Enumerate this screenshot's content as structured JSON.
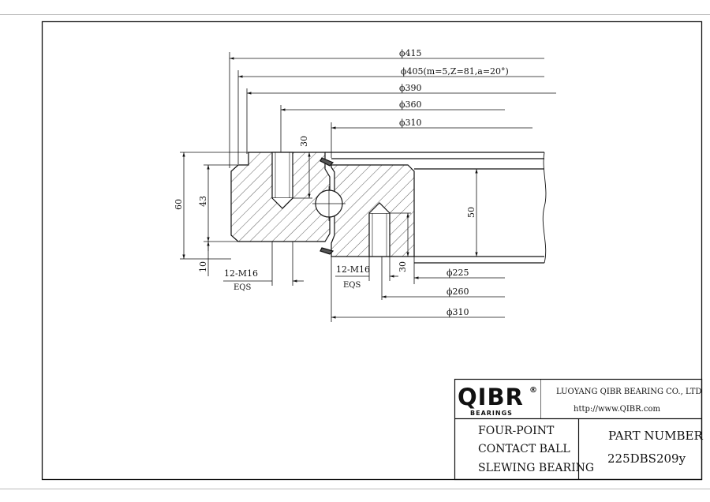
{
  "dimensions": {
    "d415": "ϕ415",
    "d405": "ϕ405(m=5,Z=81,a=20°)",
    "d390": "ϕ390",
    "d360": "ϕ360",
    "d310_top": "ϕ310",
    "d225": "ϕ225",
    "d260": "ϕ260",
    "d310_bottom": "ϕ310",
    "h60": "60",
    "h43": "43",
    "h10": "10",
    "h50": "50",
    "hole_depth_top": "30",
    "hole_depth_bottom": "30",
    "outer_holes": "12-M16",
    "outer_holes_eqs": "EQS",
    "inner_holes": "12-M16",
    "inner_holes_eqs": "EQS"
  },
  "title_block": {
    "logo_text": "QIBR",
    "logo_mark": "®",
    "logo_sub": "BEARINGS",
    "company": "LUOYANG QIBR BEARING CO., LTD",
    "website": "http://www.QIBR.com",
    "description_line1": "FOUR-POINT",
    "description_line2": "CONTACT BALL",
    "description_line3": "SLEWING BEARING",
    "part_number_label": "PART  NUMBER",
    "part_number": "225DBS209y"
  }
}
